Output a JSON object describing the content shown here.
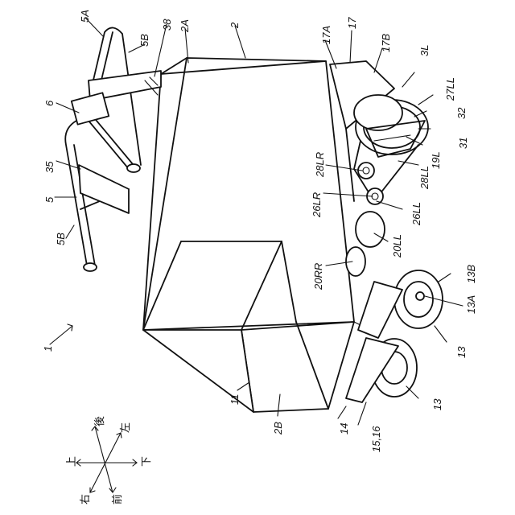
{
  "labels": {
    "l1": "1",
    "l2": "2",
    "l2A": "2A",
    "l2B": "2B",
    "l3L": "3L",
    "l5": "5",
    "l5A": "5A",
    "l5B_top": "5B",
    "l5B_bottom": "5B",
    "l6": "6",
    "l11": "11",
    "l13_a": "13",
    "l13_b": "13",
    "l13A": "13A",
    "l13B": "13B",
    "l14": "14",
    "l15_16": "15,16",
    "l17": "17",
    "l17A": "17A",
    "l17B": "17B",
    "l19L": "19L",
    "l20LL": "20LL",
    "l20RR": "20RR",
    "l26LL": "26LL",
    "l26LR": "26LR",
    "l27LL": "27LL",
    "l28LL": "28LL",
    "l28LR": "28LR",
    "l31": "31",
    "l32": "32",
    "l35": "35",
    "l38": "38"
  },
  "directions": {
    "up": "上",
    "down": "下",
    "front": "前",
    "rear": "後",
    "left": "左",
    "right": "右"
  }
}
